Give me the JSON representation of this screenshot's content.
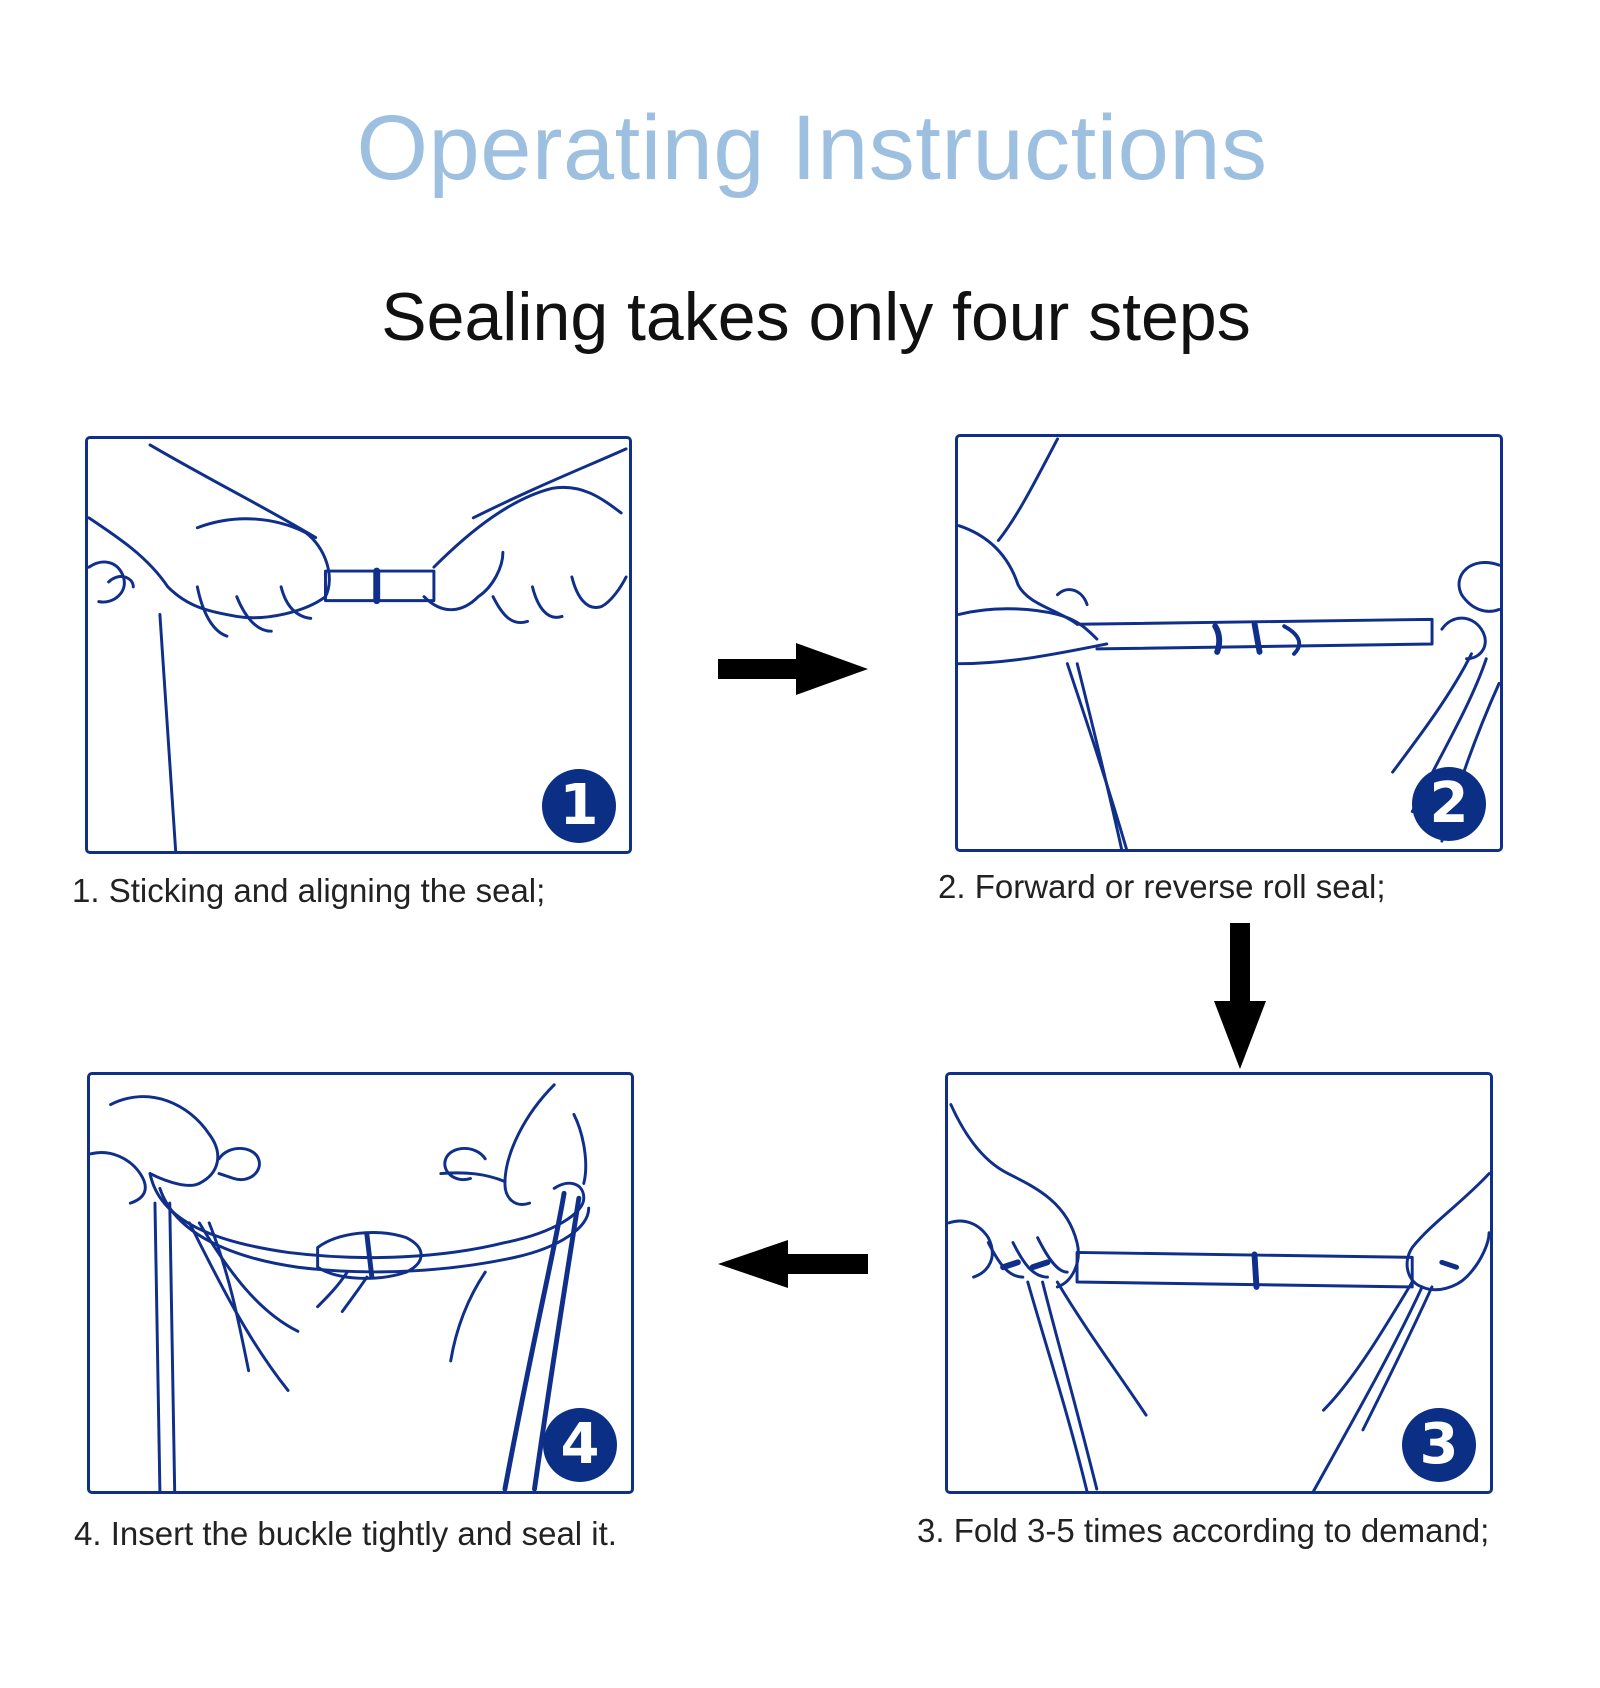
{
  "header": {
    "title": "Operating Instructions",
    "subtitle": "Sealing takes only four steps"
  },
  "steps": [
    {
      "number": "1",
      "caption": "1. Sticking and aligning the seal;"
    },
    {
      "number": "2",
      "caption": "2. Forward or reverse roll seal;"
    },
    {
      "number": "3",
      "caption": "3. Fold 3-5 times according to demand;"
    },
    {
      "number": "4",
      "caption": "4. Insert the buckle tightly and seal it."
    }
  ],
  "colors": {
    "title": "#9dbfe0",
    "line_art": "#0f2f8a",
    "badge": "#0c2f86",
    "arrow": "#000000"
  }
}
